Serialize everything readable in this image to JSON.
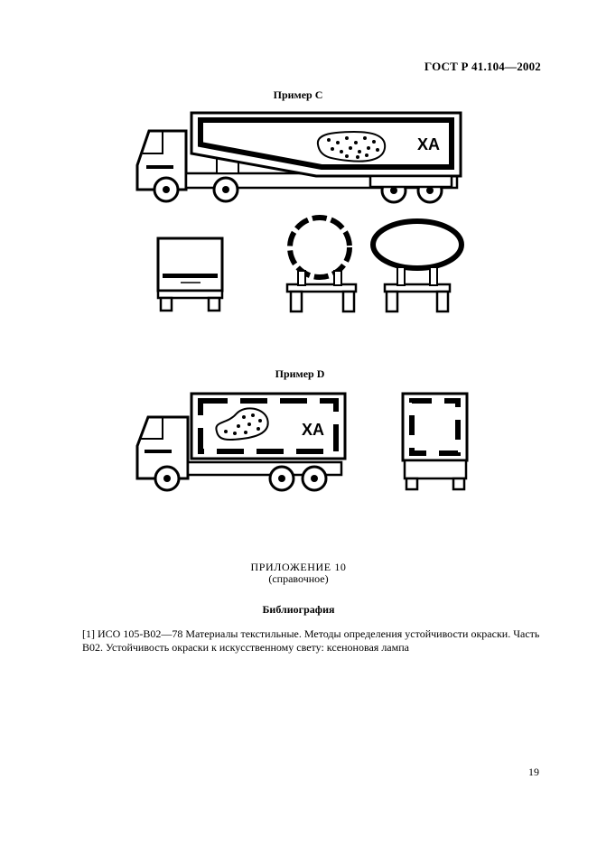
{
  "header": {
    "standard": "ГОСТ Р 41.104—2002"
  },
  "example_c": {
    "title": "Пример С",
    "placard": "ХА"
  },
  "example_d": {
    "title": "Пример D",
    "placard": "ХА"
  },
  "appendix": {
    "title": "ПРИЛОЖЕНИЕ 10",
    "subtitle": "(справочное)"
  },
  "bibliography": {
    "title": "Библиография",
    "items": [
      {
        "text": "[1] ИСО 105-В02—78 Материалы текстильные. Методы определения устойчивости окраски. Часть В02. Устойчивость окраски к искусственному свету: ксеноновая лампа"
      }
    ]
  },
  "footer": {
    "page_number": "19"
  }
}
